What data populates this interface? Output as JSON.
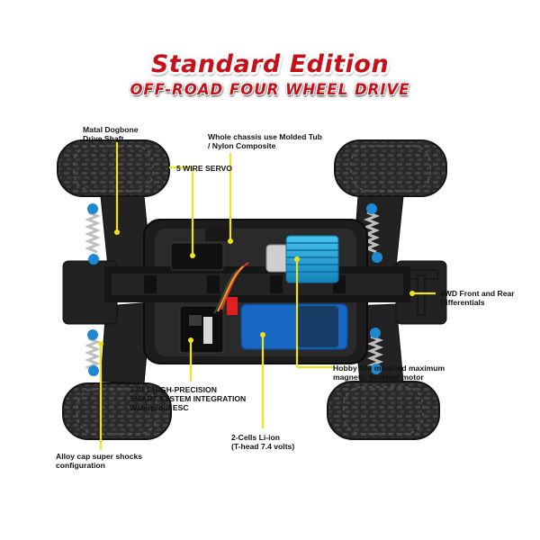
{
  "title": {
    "main": "Standard Edition",
    "sub": "OFF-ROAD FOUR WHEEL DRIVE"
  },
  "callouts": {
    "dogbone_line1": "Matal Dogbone",
    "dogbone_line2": "Drive Shaft",
    "chassis_line1": "Whole chassis use Molded Tub",
    "chassis_line2": "/ Nylon Composite",
    "servo": "5 WIRE SERVO",
    "diff_line1": "4WD Front and Rear",
    "diff_line2": "Differentials",
    "motor_line1": "Hobby 390 modified maximum",
    "motor_line2": "magnetic brushed motor",
    "esc_line1": "3 IN 1 HIGH-PRECISION",
    "esc_line2": "SMART SYSTEM INTEGRATION",
    "esc_line3": "Waterproof ESC",
    "battery_line1": "2-Cells  Li-ion",
    "battery_line2": "(T-head 7.4 volts)",
    "shocks_line1": "Alloy cap super shocks",
    "shocks_line2": "configuration"
  },
  "colors": {
    "accent_red": "#c8101a",
    "leader_yellow": "#f2e21a",
    "motor_blue": "#1fa3d8",
    "battery_blue": "#1668c4"
  }
}
